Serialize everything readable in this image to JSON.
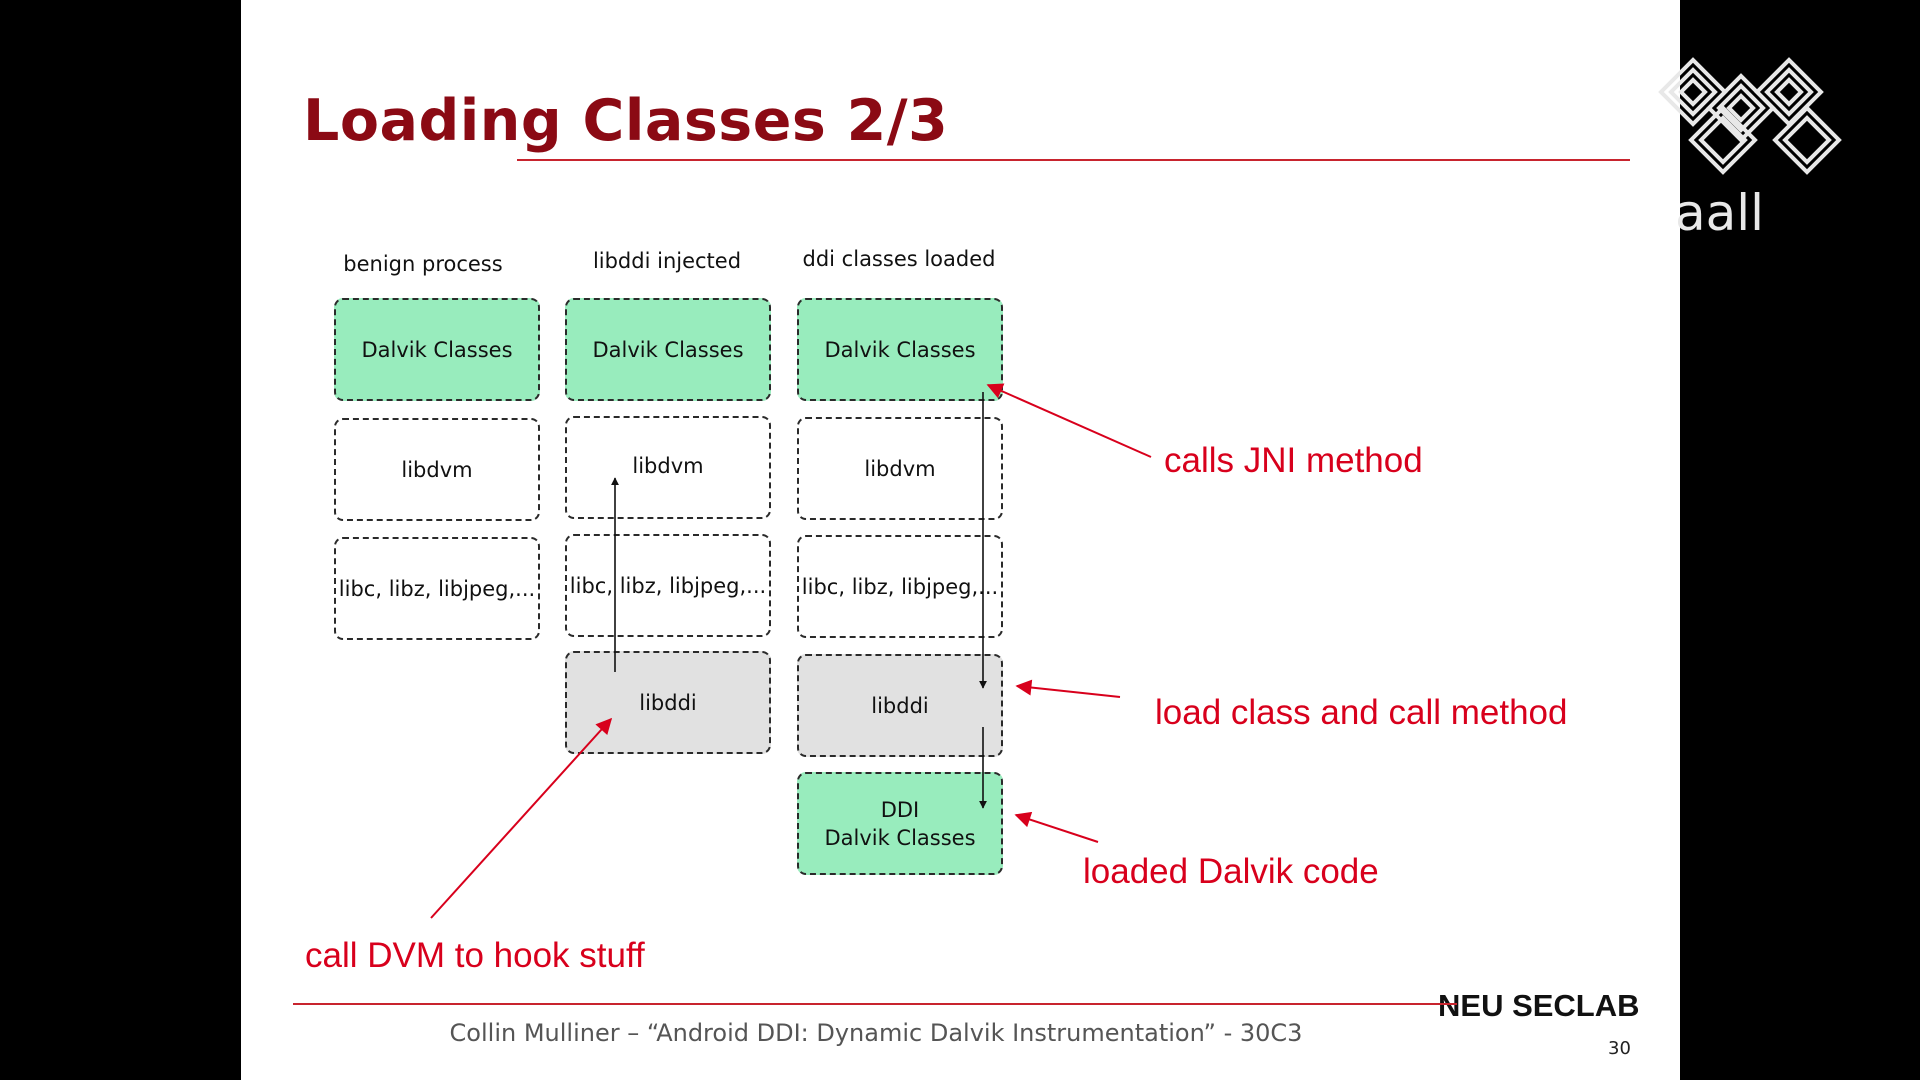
{
  "slide": {
    "title": "Loading Classes 2/3",
    "columns": [
      {
        "header": "benign process",
        "boxes": [
          {
            "lines": [
              "Dalvik Classes"
            ],
            "style": "green"
          },
          {
            "lines": [
              "libdvm"
            ],
            "style": "white"
          },
          {
            "lines": [
              "libc, libz, libjpeg,..."
            ],
            "style": "white"
          }
        ]
      },
      {
        "header": "libddi injected",
        "boxes": [
          {
            "lines": [
              "Dalvik Classes"
            ],
            "style": "green"
          },
          {
            "lines": [
              "libdvm"
            ],
            "style": "white"
          },
          {
            "lines": [
              "libc, libz, libjpeg,..."
            ],
            "style": "white"
          },
          {
            "lines": [
              "libddi"
            ],
            "style": "gray"
          }
        ]
      },
      {
        "header": "ddi classes loaded",
        "boxes": [
          {
            "lines": [
              "Dalvik Classes"
            ],
            "style": "green"
          },
          {
            "lines": [
              "libdvm"
            ],
            "style": "white"
          },
          {
            "lines": [
              "libc, libz, libjpeg,..."
            ],
            "style": "white"
          },
          {
            "lines": [
              "libddi"
            ],
            "style": "gray"
          },
          {
            "lines": [
              "DDI",
              "Dalvik Classes"
            ],
            "style": "green"
          }
        ]
      }
    ],
    "annotations": {
      "calls_jni": "calls JNI method",
      "load_class": "load class and call method",
      "loaded_code": "loaded Dalvik code",
      "call_dvm": "call DVM to hook stuff"
    },
    "footer": {
      "text": "Collin Mulliner –  “Android DDI: Dynamic Dalvik Instrumentation”  -  30C3",
      "lab": "NEU SECLAB",
      "page_number": "30"
    }
  },
  "colors": {
    "title": "#8b0a14",
    "rule": "#c8242e",
    "annotation": "#d8001c",
    "box_green": "#98ecbd",
    "box_gray": "#e1e1e1"
  },
  "logo": {
    "icon": "event-logo-icon",
    "text": "aall"
  }
}
